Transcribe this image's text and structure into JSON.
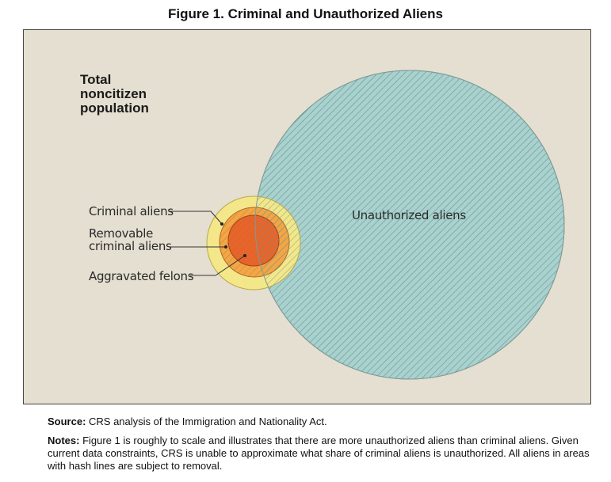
{
  "figure": {
    "title": "Figure 1. Criminal and Unauthorized Aliens"
  },
  "diagram": {
    "total_label": [
      "Total",
      "noncitizen",
      "population"
    ],
    "unauthorized_label": "Unauthorized aliens",
    "criminal_label": "Criminal aliens",
    "removable_label": [
      "Removable",
      "criminal aliens"
    ],
    "felons_label": "Aggravated felons",
    "colors": {
      "background": "#e4dfd0",
      "unauthorized_fill": "#a9d1ce",
      "hatch": "#6b9a98",
      "criminal_fill": "#f3e78a",
      "removable_fill": "#f2a646",
      "felons_fill": "#e8642a"
    }
  },
  "notes": {
    "source_label": "Source:",
    "source_text": " CRS analysis of the Immigration and Nationality Act.",
    "notes_label": "Notes:",
    "notes_text": " Figure 1 is roughly to scale and illustrates that there are more unauthorized aliens than criminal aliens. Given current data constraints, CRS is unable to approximate what share of criminal aliens is unauthorized. All aliens in areas with hash lines are subject to removal."
  }
}
